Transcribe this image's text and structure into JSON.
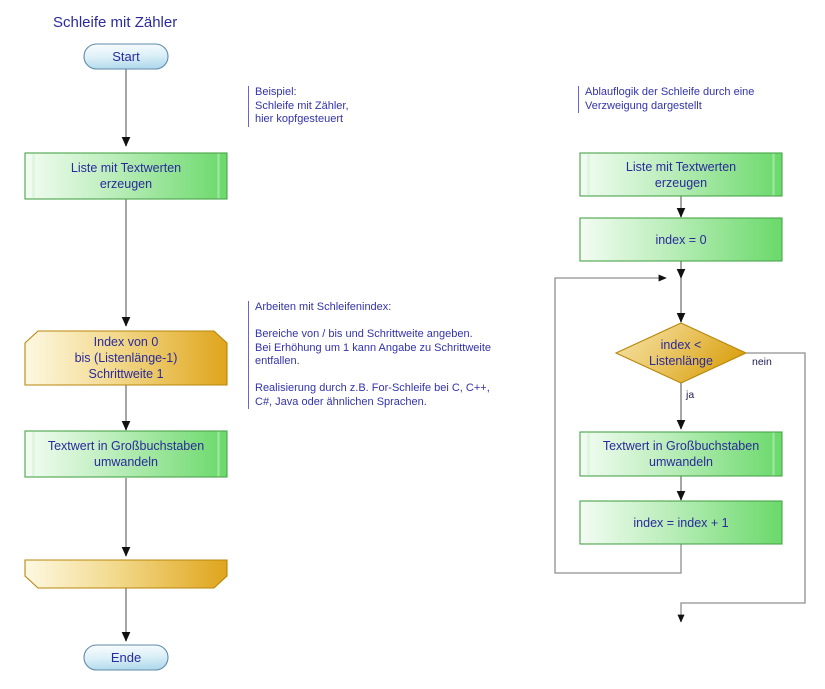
{
  "title": "Schleife mit Zähler",
  "colors": {
    "text_blue": "#2a2a9c",
    "note_blue": "#3333aa",
    "green_fill_light": "#eefbee",
    "green_fill_dark": "#6ed96e",
    "green_stroke": "#4aa44a",
    "orange_fill_light": "#fdf6dd",
    "orange_fill_dark": "#e0a81f",
    "orange_stroke": "#b8860b",
    "blue_fill_light": "#f2fafd",
    "blue_fill_dark": "#b6dcec",
    "blue_stroke": "#5a86a8",
    "connector": "#808080",
    "arrowhead": "#1a1a1a"
  },
  "notes": [
    {
      "name": "note-beispiel",
      "text": "Beispiel:\nSchleife mit Zähler,\nhier kopfgesteuert"
    },
    {
      "name": "note-schleifenindex",
      "text": "Arbeiten mit Schleifenindex:\n\nBereiche von / bis und Schrittweite angeben.\nBei Erhöhung um 1 kann Angabe zu Schrittweite\nentfallen.\n\nRealisierung durch z.B. For-Schleife bei C, C++,\nC#, Java oder ähnlichen Sprachen."
    },
    {
      "name": "note-ablauflogik",
      "text": "Ablauflogik der Schleife durch eine\nVerzweigung dargestellt"
    }
  ],
  "left_flow": {
    "name": "loop-construct-flow",
    "nodes": [
      {
        "id": "start",
        "shape": "terminator",
        "label": "Start"
      },
      {
        "id": "create-list",
        "shape": "subroutine",
        "label": "Liste mit Textwerten\nerzeugen"
      },
      {
        "id": "loop-start",
        "shape": "loop-start",
        "label": "Index von 0\nbis (Listenlänge-1)\nSchrittweite 1"
      },
      {
        "id": "uppercase",
        "shape": "subroutine",
        "label": "Textwert in Großbuchstaben\numwandeln"
      },
      {
        "id": "loop-end",
        "shape": "loop-end",
        "label": ""
      },
      {
        "id": "end",
        "shape": "terminator",
        "label": "Ende"
      }
    ]
  },
  "right_flow": {
    "name": "branch-equivalent-flow",
    "nodes": [
      {
        "id": "create-list-2",
        "shape": "subroutine",
        "label": "Liste mit Textwerten\nerzeugen"
      },
      {
        "id": "index-init",
        "shape": "process",
        "label": "index = 0"
      },
      {
        "id": "decision",
        "shape": "decision",
        "label": "index <\nListenlänge"
      },
      {
        "id": "uppercase-2",
        "shape": "subroutine",
        "label": "Textwert in Großbuchstaben\numwandeln"
      },
      {
        "id": "index-incr",
        "shape": "process",
        "label": "index = index + 1"
      }
    ],
    "edge_labels": [
      {
        "id": "yes",
        "label": "ja"
      },
      {
        "id": "no",
        "label": "nein"
      }
    ]
  }
}
